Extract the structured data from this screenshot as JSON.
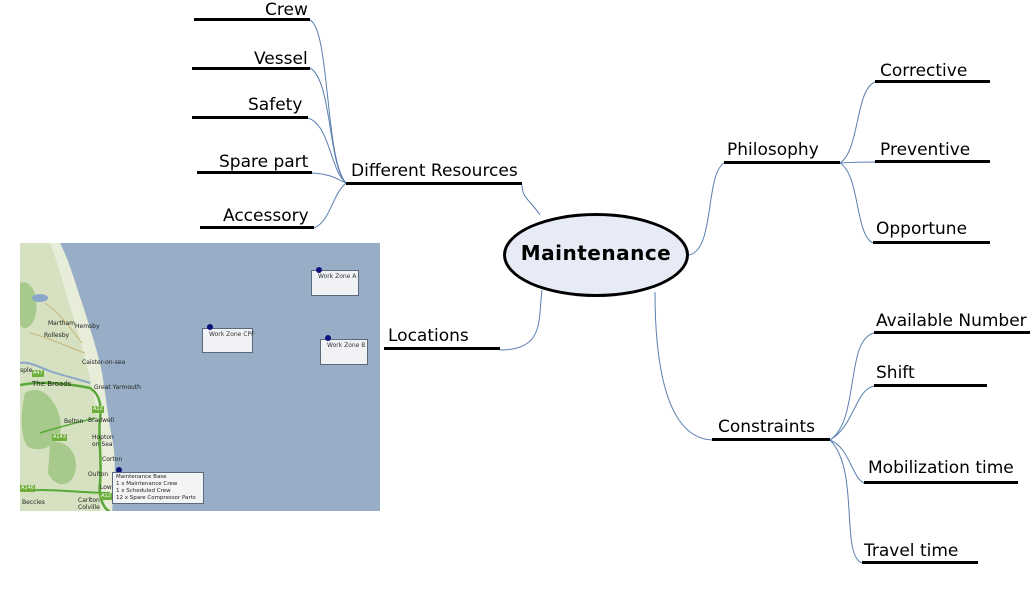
{
  "center": {
    "label": "Maintenance"
  },
  "resources": {
    "label": "Different Resources",
    "items": [
      "Crew",
      "Vessel",
      "Safety",
      "Spare part",
      "Accessory"
    ]
  },
  "locations": {
    "label": "Locations"
  },
  "philosophy": {
    "label": "Philosophy",
    "items": [
      "Corrective",
      "Preventive",
      "Opportune"
    ]
  },
  "constraints": {
    "label": "Constraints",
    "items": [
      "Available Number",
      "Shift",
      "Mobilization time",
      "Travel time"
    ]
  },
  "map": {
    "sea_color": "#97aec6",
    "land_color": "#d5e1c0",
    "zones": [
      "Work Zone A",
      "Work Zone CPF",
      "Work Zone B"
    ],
    "places": [
      "Martham",
      "Hemsby",
      "Rollesby",
      "Caister-on-sea",
      "The Broads",
      "Great Yarmouth",
      "Belton",
      "Bradwell",
      "Hopton on Sea",
      "Corton",
      "Oulton",
      "Lowestoft",
      "Beccles",
      "Carlton Colville",
      "sple"
    ],
    "roads": [
      "A47",
      "A12",
      "A143",
      "A146",
      "A12"
    ],
    "base": {
      "title": "Maintenance Base",
      "lines": [
        "1 x Maintenance Crew",
        "1 x Scheduled Crew",
        "12 x Spare Compressor Parts"
      ]
    }
  },
  "colors": {
    "connector": "#5a7fb0",
    "ellipse_fill": "#e6ebf5",
    "underline": "#000000"
  }
}
